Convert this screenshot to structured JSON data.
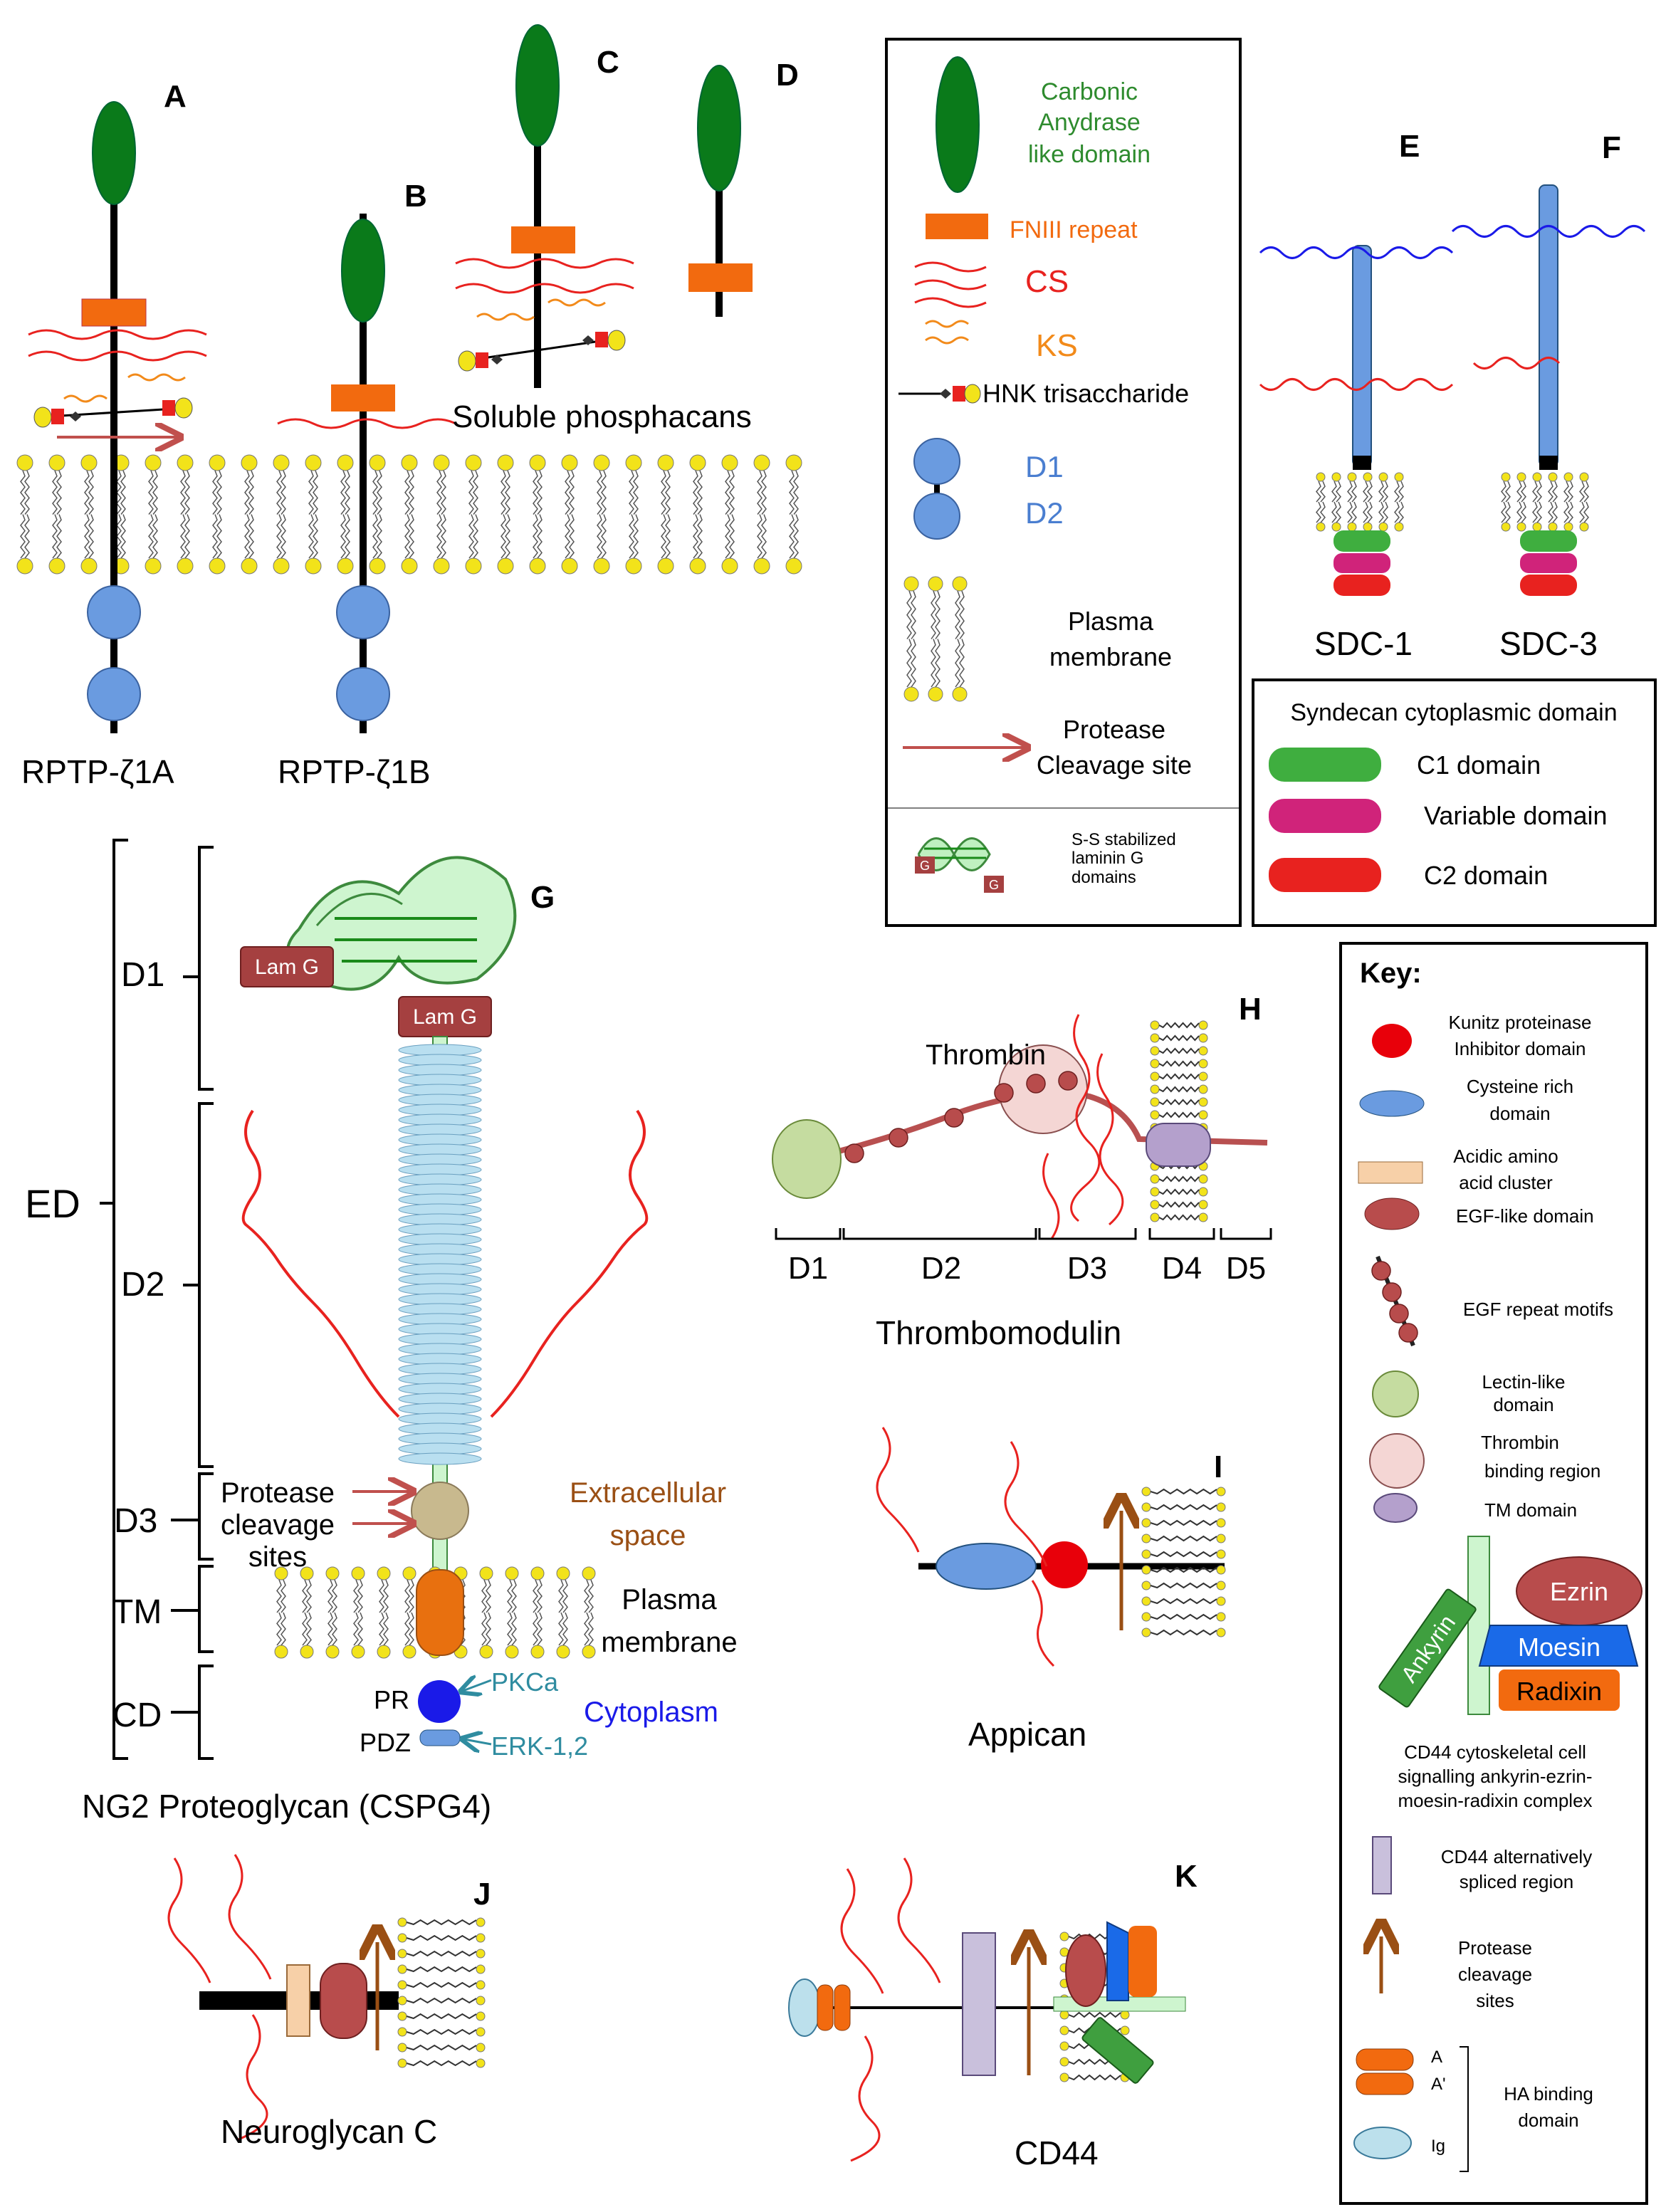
{
  "panel_letters": {
    "a": "A",
    "b": "B",
    "c": "C",
    "d": "D",
    "e": "E",
    "f": "F",
    "g": "G",
    "h": "H",
    "i": "I",
    "j": "J",
    "k": "K"
  },
  "rptp": {
    "label_a": "RPTP-ζ1A",
    "label_b": "RPTP-ζ1B",
    "soluble": "Soluble phosphacans"
  },
  "legend1": {
    "carbonic": [
      "Carbonic",
      "Anydrase",
      "like domain"
    ],
    "fniii": "FNIII repeat",
    "cs": "CS",
    "ks": "KS",
    "hnk": "HNK trisaccharide",
    "d1": "D1",
    "d2": "D2",
    "plasma": [
      "Plasma",
      "membrane"
    ],
    "protease": [
      "Protease",
      "Cleavage site"
    ],
    "laminin": [
      "S-S stabilized",
      "laminin G",
      "domains"
    ],
    "g_label": "G"
  },
  "syndecan": {
    "sdc1": "SDC-1",
    "sdc3": "SDC-3",
    "legend_title": "Syndecan cytoplasmic domain",
    "c1": "C1 domain",
    "variable": "Variable  domain",
    "c2": "C2 domain"
  },
  "ng2": {
    "ed": "ED",
    "d1": "D1",
    "d2": "D2",
    "d3": "D3",
    "tm": "TM",
    "cd": "CD",
    "lamg": "Lam G",
    "protease": [
      "Protease",
      "cleavage",
      "sites"
    ],
    "extracellular": [
      "Extracellular",
      "space"
    ],
    "plasma": [
      "Plasma",
      "membrane"
    ],
    "pr": "PR",
    "pdz": "PDZ",
    "pkca": "PKCa",
    "erk": "ERK-1,2",
    "cytoplasm": "Cytoplasm",
    "title": "NG2 Proteoglycan (CSPG4)"
  },
  "thrombomodulin": {
    "thrombin": "Thrombin",
    "d1": "D1",
    "d2": "D2",
    "d3": "D3",
    "d4": "D4",
    "d5": "D5",
    "title": "Thrombomodulin"
  },
  "appican": {
    "title": "Appican"
  },
  "neuroglycan": {
    "title": "Neuroglycan C"
  },
  "cd44": {
    "title": "CD44"
  },
  "key": {
    "title": "Key:",
    "kunitz": [
      "Kunitz proteinase",
      "Inhibitor domain"
    ],
    "cysteine": [
      "Cysteine rich",
      "domain"
    ],
    "acidic": [
      "Acidic amino",
      "acid cluster"
    ],
    "egf": "EGF-like domain",
    "egf_repeat": "EGF repeat motifs",
    "lectin": [
      "Lectin-like",
      "domain"
    ],
    "thrombin": [
      "Thrombin",
      "binding region"
    ],
    "tm": "TM domain",
    "ezrin": "Ezrin",
    "moesin": "Moesin",
    "radixin": "Radixin",
    "ankyrin": "Ankyrin",
    "complex": [
      "CD44 cytoskeletal cell",
      "signalling ankyrin-ezrin-",
      "moesin-radixin complex"
    ],
    "spliced": [
      "CD44 alternatively",
      "spliced region"
    ],
    "protease": [
      "Protease",
      "cleavage",
      "sites"
    ],
    "a": "A",
    "a2": "A'",
    "ig": "Ig",
    "ha": [
      "HA binding",
      "domain"
    ]
  },
  "colors": {
    "green": "#0a7a1a",
    "orange": "#f26a0f",
    "red": "#e8221f",
    "blue": "#6a9be0",
    "yellow": "#f2e31a"
  }
}
